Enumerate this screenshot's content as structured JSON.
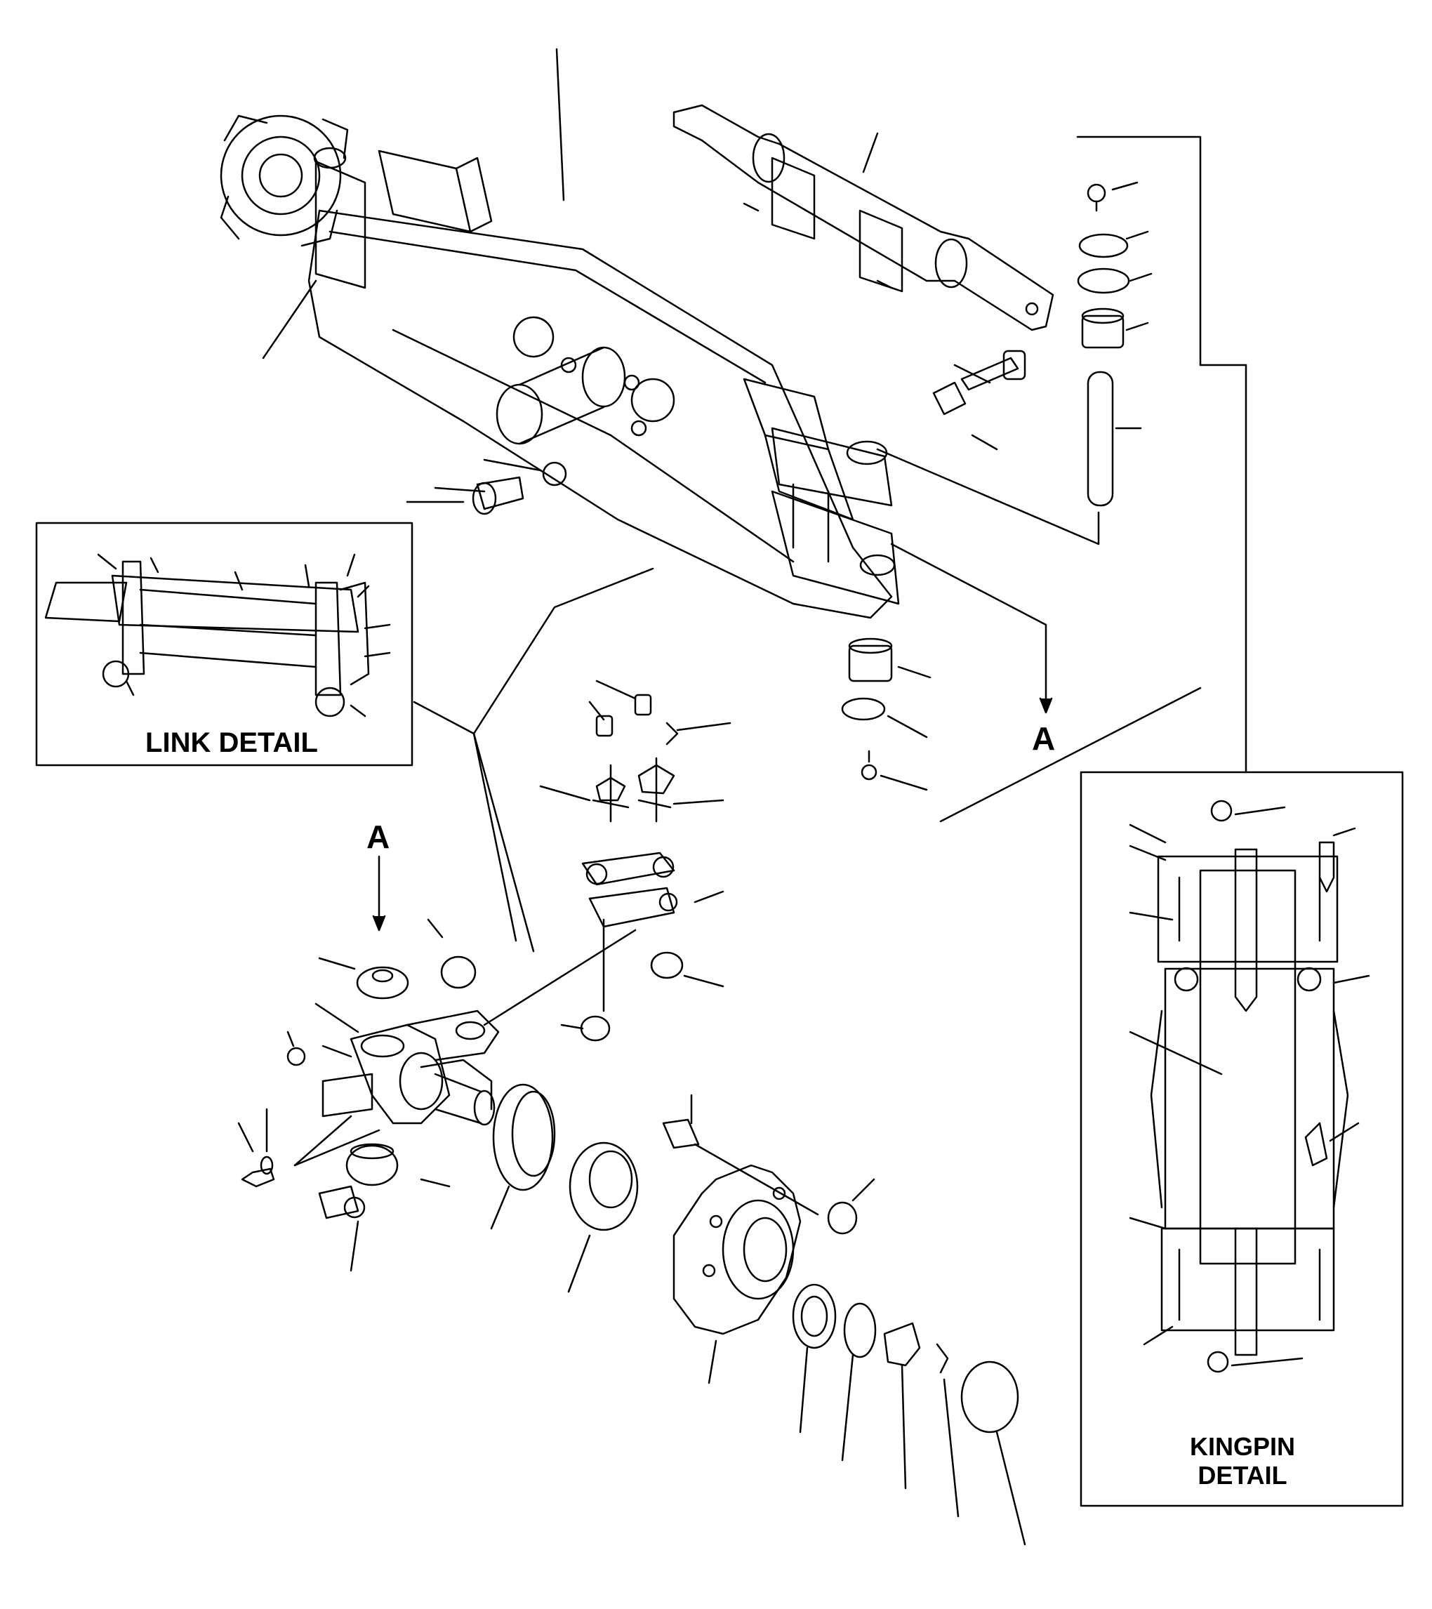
{
  "link_detail": {
    "title": "LINK DETAIL"
  },
  "kingpin_detail": {
    "title_line1": "KINGPIN",
    "title_line2": "DETAIL"
  },
  "view_markers": {
    "upper": "A",
    "lower": "A"
  },
  "colors": {
    "ink": "#000000",
    "paper": "#ffffff"
  }
}
